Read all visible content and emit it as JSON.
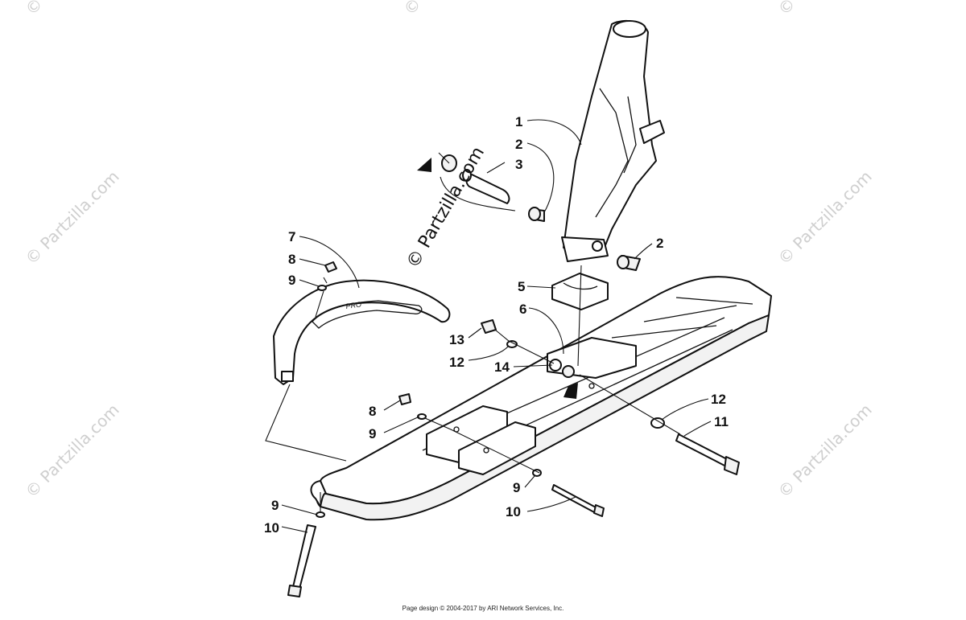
{
  "diagram": {
    "callouts": {
      "c1": "1",
      "c2a": "2",
      "c2b": "2",
      "c3": "3",
      "c5": "5",
      "c6": "6",
      "c7": "7",
      "c8a": "8",
      "c8b": "8",
      "c9a": "9",
      "c9b": "9",
      "c9c": "9",
      "c9d": "9",
      "c10a": "10",
      "c10b": "10",
      "c11": "11",
      "c12a": "12",
      "c12b": "12",
      "c13": "13",
      "c14": "14"
    },
    "bumper_logo_text": "PRO",
    "watermarks": {
      "main": "© Partzilla.com",
      "tile": "© Partzilla.com"
    }
  },
  "footer": "Page design © 2004-2017 by ARI Network Services, Inc."
}
